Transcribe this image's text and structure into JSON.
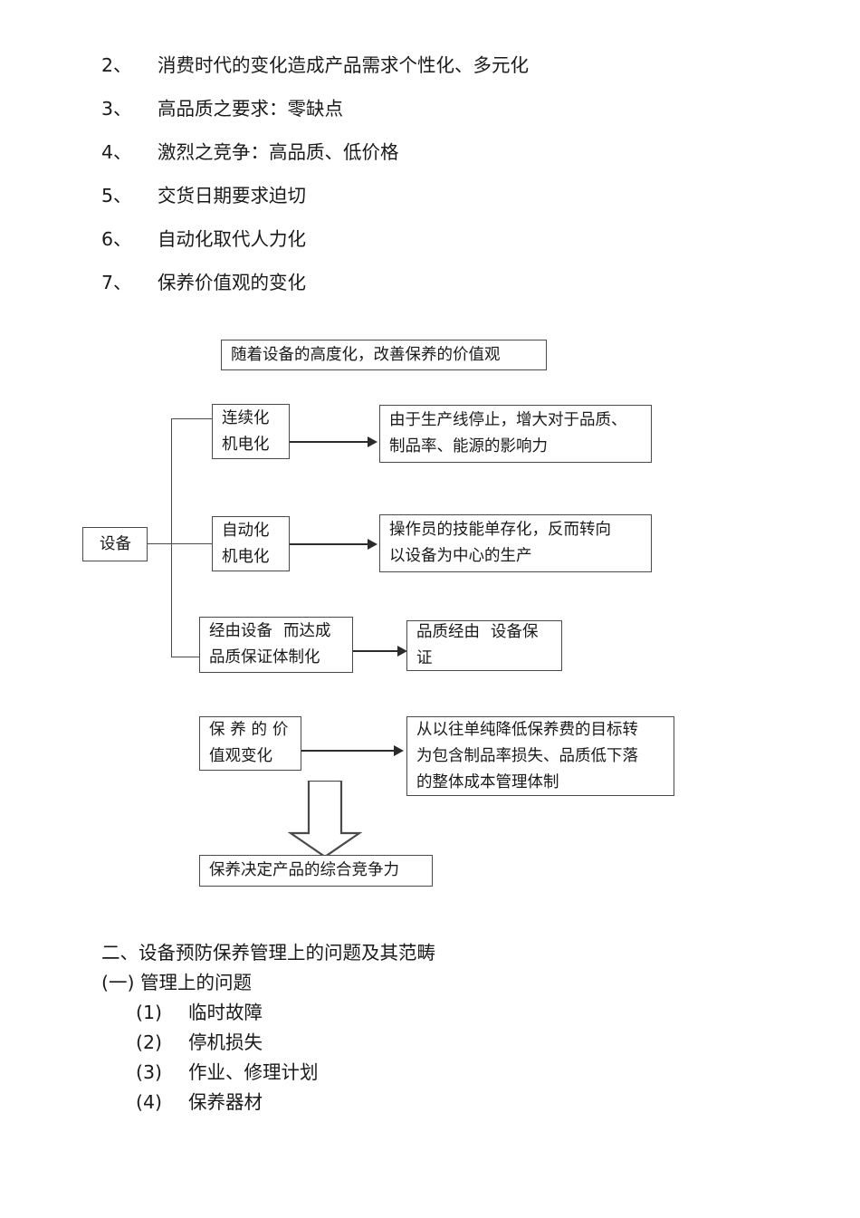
{
  "top_list": [
    {
      "num": "2、",
      "text": "消费时代的变化造成产品需求个性化、多元化"
    },
    {
      "num": "3、",
      "text": "高品质之要求：零缺点"
    },
    {
      "num": "4、",
      "text": "激烈之竞争：高品质、低价格"
    },
    {
      "num": "5、",
      "text": "交货日期要求迫切"
    },
    {
      "num": "6、",
      "text": "自动化取代人力化"
    },
    {
      "num": "7、",
      "text": "保养价值观的变化"
    }
  ],
  "diagram": {
    "header_box": "随着设备的高度化，改善保养的价值观",
    "source_box": "设备",
    "branch1": {
      "cause_line1": "连续化",
      "cause_line2": "机电化",
      "effect_line1": "由于生产线停止，增大对于品质、",
      "effect_line2": "制品率、能源的影响力"
    },
    "branch2": {
      "cause_line1": "自动化",
      "cause_line2": "机电化",
      "effect_line1": "操作员的技能单存化，反而转向",
      "effect_line2": "以设备为中心的生产"
    },
    "branch3": {
      "cause_line1a": "经由设备",
      "cause_line1b": "而达成",
      "cause_line2": "品质保证体制化",
      "effect_line1a": "品质经由",
      "effect_line1b": "设备保",
      "effect_line2": "证"
    },
    "value_change": {
      "cause_line1": "保养的价",
      "cause_line2": "值观变化",
      "effect_line1": "从以往单纯降低保养费的目标转",
      "effect_line2": "为包含制品率损失、品质低下落",
      "effect_line3": "的整体成本管理体制"
    },
    "conclusion_box": "保养决定产品的综合竞争力"
  },
  "bottom": {
    "heading": "二、设备预防保养管理上的问题及其范畴",
    "subheading": "(一) 管理上的问题",
    "items": [
      {
        "num": "(1)",
        "text": "临时故障"
      },
      {
        "num": "(2)",
        "text": "停机损失"
      },
      {
        "num": "(3)",
        "text": "作业、修理计划"
      },
      {
        "num": "(4)",
        "text": "保养器材"
      }
    ]
  },
  "colors": {
    "page_bg": "#ffffff",
    "text": "#1a1a1a",
    "box_border": "#4a4a4a",
    "arrow": "#2b2b2b"
  }
}
